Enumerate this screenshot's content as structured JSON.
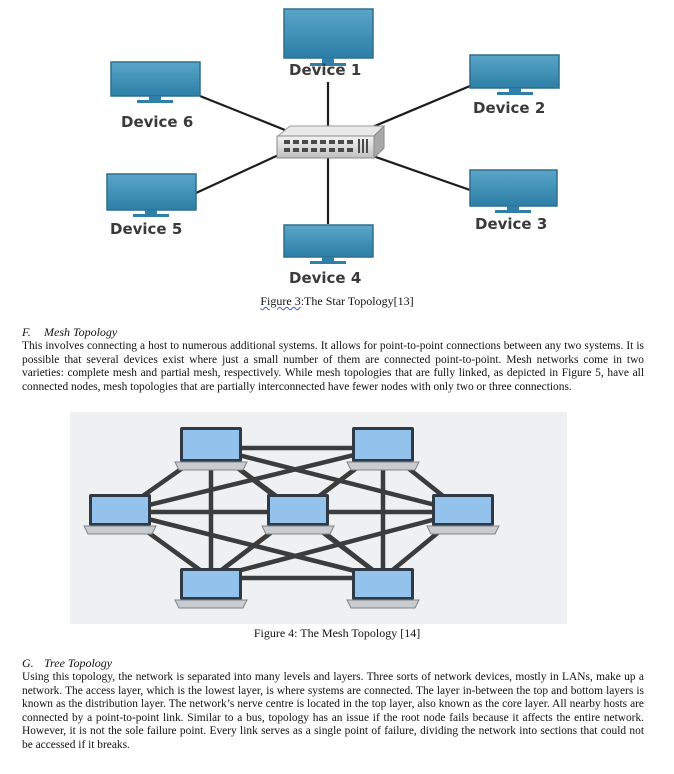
{
  "star_figure": {
    "devices": [
      "Device 1",
      "Device 2",
      "Device 3",
      "Device 4",
      "Device 5",
      "Device 6"
    ],
    "caption_prefix": "Figure 3",
    "caption_suffix": ":The Star Topology[13]"
  },
  "section_f": {
    "letter": "F.",
    "title": "Mesh Topology",
    "body": "This involves connecting a host to numerous additional systems. It allows for point-to-point connections between any two systems. It is possible that several devices exist where just a small number of them are connected point-to-point. Mesh networks come in two varieties: complete mesh and partial mesh, respectively. While mesh topologies that are fully linked, as depicted in Figure 5, have all connected nodes, mesh topologies that are partially interconnected have fewer nodes with only two or three connections."
  },
  "mesh_figure": {
    "caption": "Figure 4: The Mesh Topology [14]"
  },
  "section_g": {
    "letter": "G.",
    "title": "Tree Topology",
    "body": "Using this topology, the network is separated into many levels and layers. Three sorts of network devices, mostly in LANs, make up a network. The access layer, which is the lowest layer, is where systems are connected. The layer in-between the top and bottom layers is known as the distribution layer. The network’s nerve centre is located in the top layer, also known as the core layer. All nearby hosts are connected by a point-to-point link. Similar to a bus, topology has an issue if the root node fails because it affects the entire network. However, it is not the sole failure point. Every link serves as a single point of failure, dividing the network into sections that could not be accessed if it breaks."
  }
}
